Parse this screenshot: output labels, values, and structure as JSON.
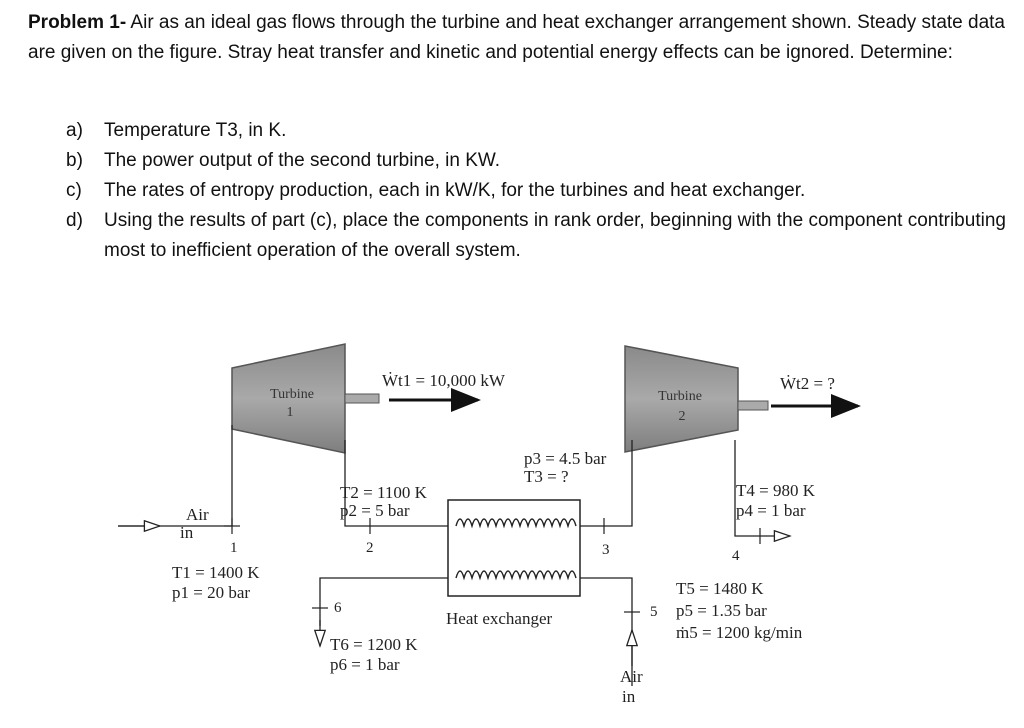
{
  "problem": {
    "title": "Problem 1-",
    "statement": " Air as an ideal gas flows through the turbine and heat exchanger arrangement shown. Steady state data are given on the figure. Stray heat transfer and kinetic and potential energy effects can be ignored. Determine:"
  },
  "questions": [
    {
      "label": "a)",
      "text": "Temperature T3, in K."
    },
    {
      "label": "b)",
      "text": "The power output of the second turbine, in KW."
    },
    {
      "label": "c)",
      "text": "The rates of entropy production, each in kW/K, for the turbines and heat exchanger."
    },
    {
      "label": "d)",
      "text": "Using the results of part (c), place the components in rank order, beginning with the component contributing most to inefficient operation of the overall system."
    }
  ],
  "diagram": {
    "turbine1_label": "Turbine",
    "turbine1_num": "1",
    "turbine2_label": "Turbine",
    "turbine2_num": "2",
    "wt1": "Ẇt1 = 10,000 kW",
    "wt2": "Ẇt2 = ?",
    "air_in_left_1": "Air",
    "air_in_left_2": "in",
    "state1_num": "1",
    "state1_t": "T1 = 1400 K",
    "state1_p": "p1 = 20 bar",
    "state2_num": "2",
    "state2_t": "T2 = 1100 K",
    "state2_p": "p2 = 5 bar",
    "state3_num": "3",
    "state3_p": "p3 = 4.5 bar",
    "state3_t": "T3 = ?",
    "state4_num": "4",
    "state4_t": "T4 = 980 K",
    "state4_p": "p4 = 1 bar",
    "state5_num": "5",
    "state5_t": "T5 = 1480 K",
    "state5_p": "p5 = 1.35 bar",
    "state5_m": "ṁ5 = 1200 kg/min",
    "state6_num": "6",
    "state6_t": "T6 = 1200 K",
    "state6_p": "p6 = 1 bar",
    "hx_label": "Heat exchanger",
    "air_in_bottom_1": "Air",
    "air_in_bottom_2": "in"
  }
}
